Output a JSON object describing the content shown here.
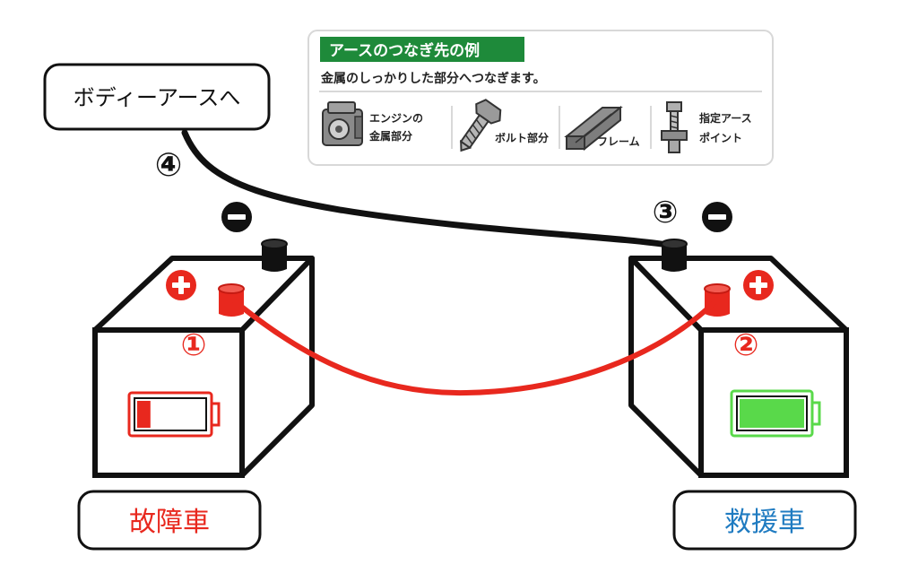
{
  "colors": {
    "red": "#e8281e",
    "black": "#111111",
    "green_header": "#1e8a3a",
    "blue": "#1f7bc1",
    "battery_green": "#59d94a"
  },
  "callout": {
    "text": "ボディーアースへ"
  },
  "earth_info": {
    "header": "アースのつなぎ先の例",
    "description": "金属のしっかりした部分へつなぎます。",
    "items": [
      {
        "icon": "engine-icon",
        "lines": [
          "エンジンの",
          "金属部分"
        ]
      },
      {
        "icon": "bolt-icon",
        "lines": [
          "ボルト部分"
        ]
      },
      {
        "icon": "frame-icon",
        "lines": [
          "フレーム"
        ]
      },
      {
        "icon": "earth-point-icon",
        "lines": [
          "指定アース",
          "ポイント"
        ]
      }
    ]
  },
  "steps": {
    "s1": "①",
    "s2": "②",
    "s3": "③",
    "s4": "④"
  },
  "terminals": {
    "plus": "+",
    "minus": "−"
  },
  "batteries": {
    "left": {
      "label": "故障車",
      "label_color": "#e8281e",
      "charge_fraction": 0.2,
      "charge_color": "#e8281e"
    },
    "right": {
      "label": "救援車",
      "label_color": "#1f7bc1",
      "charge_fraction": 1.0,
      "charge_color": "#59d94a"
    }
  }
}
